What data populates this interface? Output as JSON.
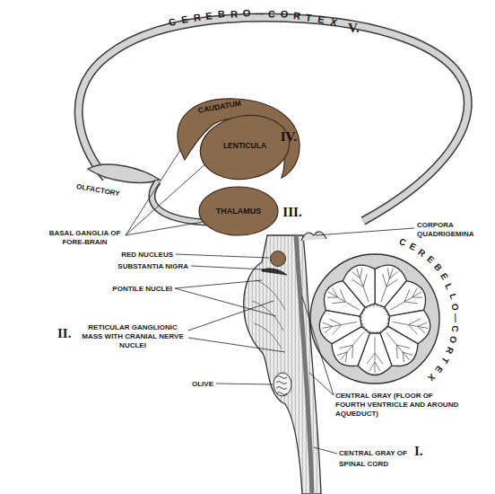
{
  "diagram": {
    "nodes": [
      {
        "text": [
          "CAUDATUM"
        ]
      },
      {
        "text": [
          "LENTICULA",
          "IV."
        ]
      },
      {
        "text": [
          "THALAMUS",
          "III."
        ]
      }
    ],
    "labels": [
      "CEREBRO—CORTEX",
      "V.",
      "OLFACTORY",
      "BASAL GANGLIA OF FORE-BRAIN",
      "CORPORA QUADRIGEMINA",
      "CEREBELLO—CORTEX",
      "RED NUCLEUS",
      "SUBSTANTIA NIGRA",
      "PONTILE NUCLEI",
      "II.",
      "RETICULAR GANGLIONIC MASS WITH CRANIAL NERVE NUCLEI",
      "OLIVE",
      "CENTRAL GRAY (FLOOR OF FOURTH VENTRICLE AND AROUND AQUEDUCT)",
      "CENTRAL GRAY OF",
      "I.",
      "SPINAL CORD"
    ]
  }
}
